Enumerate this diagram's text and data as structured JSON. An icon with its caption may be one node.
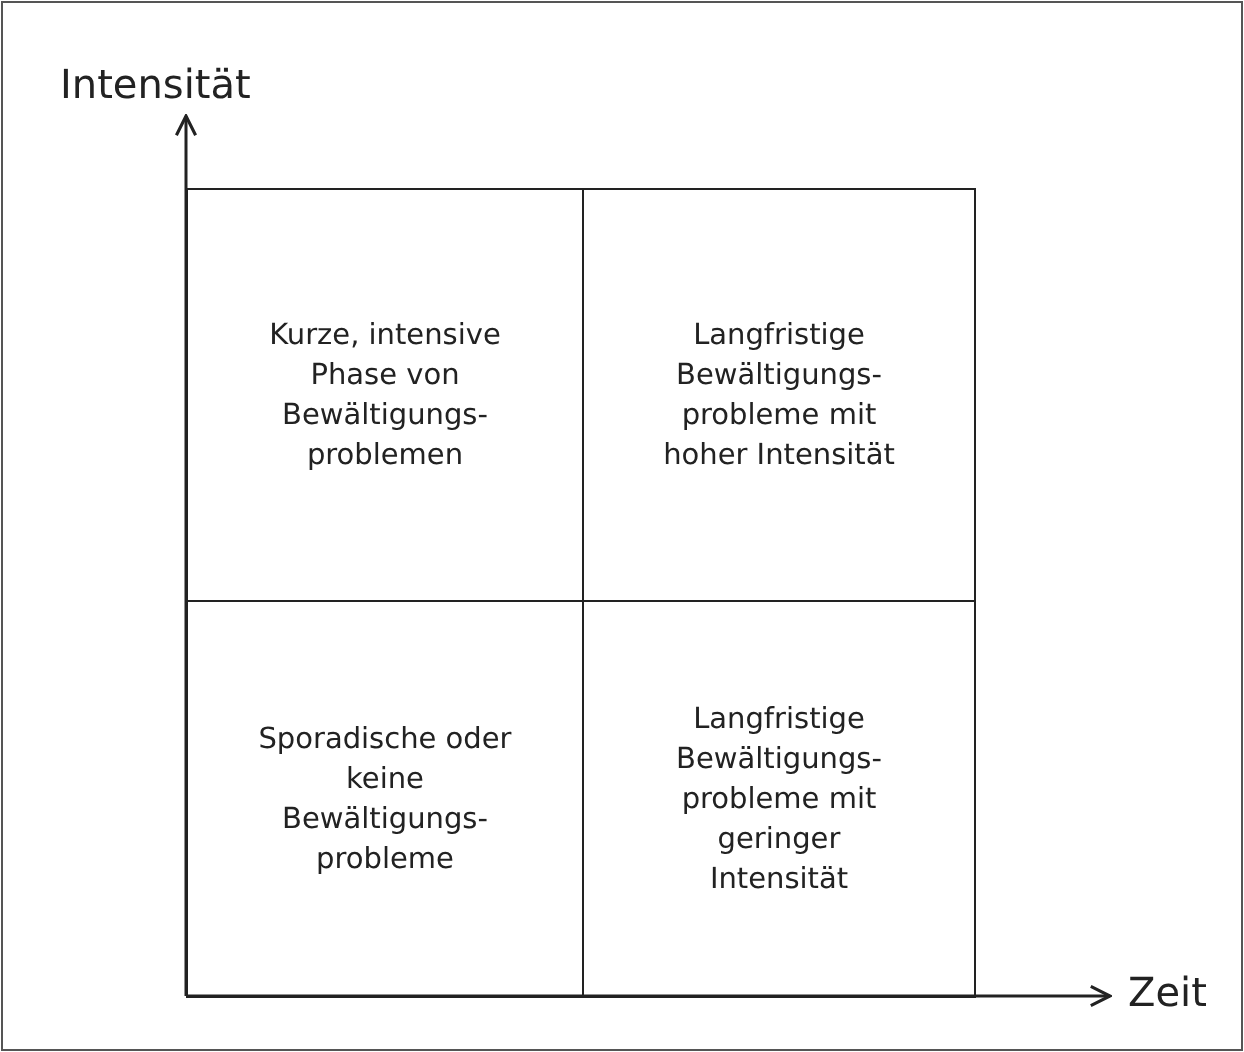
{
  "diagram": {
    "nodes": [
      {
        "text": [
          "Kurze, intensive Phase von Bewältigungs- problemen"
        ]
      },
      {
        "text": [
          "Langfristige Bewältigungs- probleme mit hoher Intensität"
        ]
      },
      {
        "text": [
          "Sporadische oder keine Bewältigungs- probleme"
        ]
      },
      {
        "text": [
          "Langfristige Bewältigungs- probleme mit geringer Intensität"
        ]
      }
    ],
    "edges": [],
    "labels": [
      "Intensität",
      "Zeit"
    ]
  }
}
